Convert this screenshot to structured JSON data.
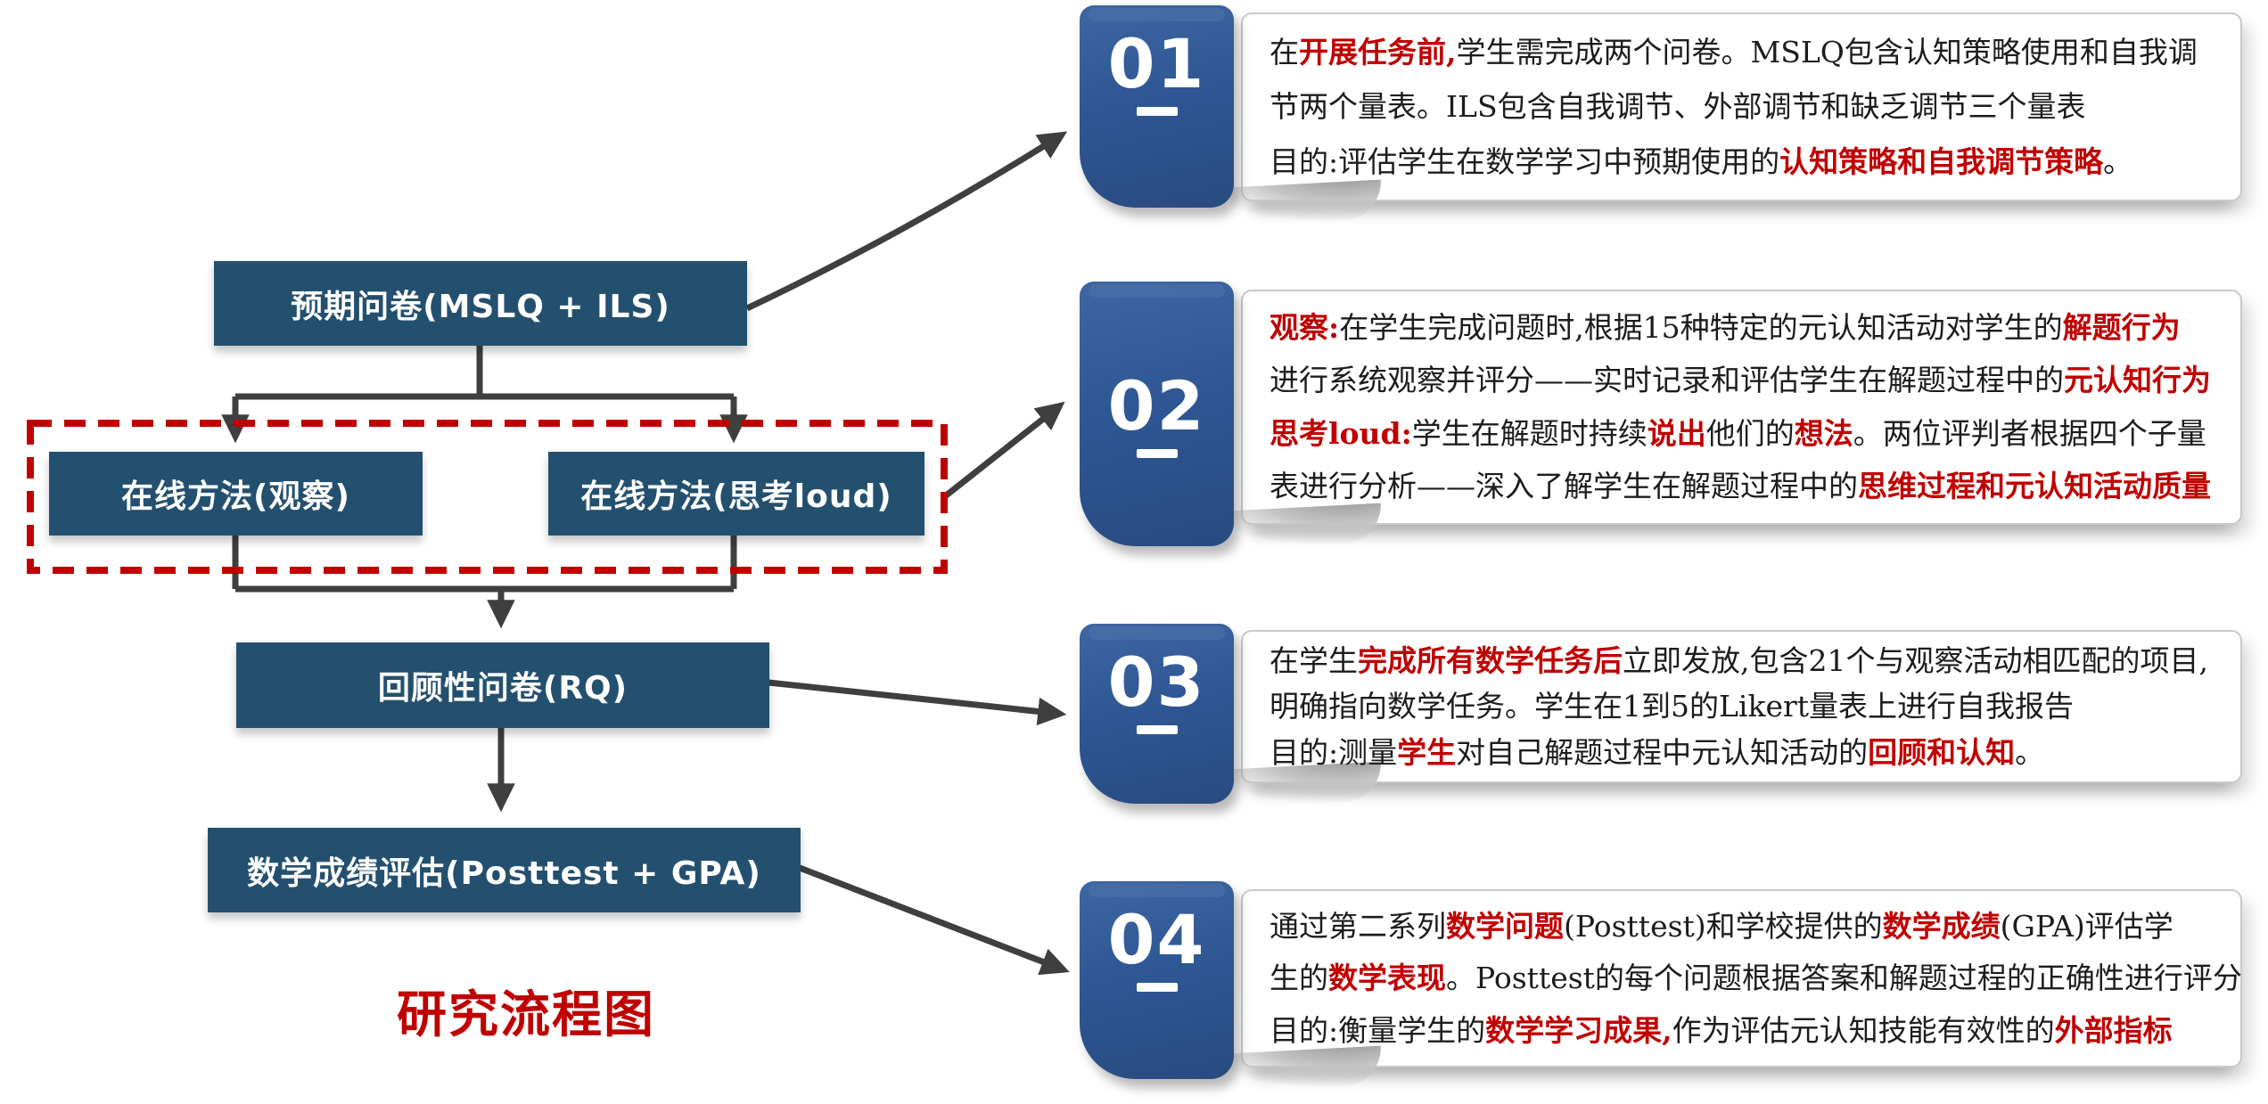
{
  "diagram_title": "研究流程图",
  "colors": {
    "flow_box_blue": "#24506F",
    "badge_blue": "#2E5794",
    "accent_red": "#C00000",
    "arrow_gray": "#3F3F3F",
    "card_border_gray": "#C9C9C9"
  },
  "flowchart": {
    "boxes": [
      {
        "label": "预期问卷(MSLQ + ILS)"
      },
      {
        "label": "在线方法(观察)"
      },
      {
        "label": "在线方法(思考loud)"
      },
      {
        "label": "回顾性问卷(RQ)"
      },
      {
        "label": "数学成绩评估(Posttest + GPA)"
      }
    ]
  },
  "cards": [
    {
      "number": "01",
      "lines": [
        [
          {
            "t": "在"
          },
          {
            "t": "开展任务前,",
            "red": true
          },
          {
            "t": "学生需完成两个问卷。MSLQ包含认知策略使用和自我调"
          }
        ],
        [
          {
            "t": "节两个量表。ILS包含自我调节、外部调节和缺乏调节三个量表"
          }
        ],
        [
          {
            "t": "目的:评估学生在数学学习中预期使用的"
          },
          {
            "t": "认知策略和自我调节策略",
            "red": true
          },
          {
            "t": "。"
          }
        ]
      ]
    },
    {
      "number": "02",
      "lines": [
        [
          {
            "t": "观察:",
            "red": true
          },
          {
            "t": "在学生完成问题时,根据15种特定的元认知活动对学生的"
          },
          {
            "t": "解题行为",
            "red": true
          }
        ],
        [
          {
            "t": "进行系统观察并评分——实时记录和评估学生在解题过程中的"
          },
          {
            "t": "元认知行为",
            "red": true
          }
        ],
        [
          {
            "t": "思考loud:",
            "red": true
          },
          {
            "t": "学生在解题时持续"
          },
          {
            "t": "说出",
            "red": true
          },
          {
            "t": "他们的"
          },
          {
            "t": "想法",
            "red": true
          },
          {
            "t": "。两位评判者根据四个子量"
          }
        ],
        [
          {
            "t": "表进行分析——深入了解学生在解题过程中的"
          },
          {
            "t": "思维过程和元认知活动质量",
            "red": true
          }
        ]
      ]
    },
    {
      "number": "03",
      "lines": [
        [
          {
            "t": "在学生"
          },
          {
            "t": "完成所有数学任务后",
            "red": true
          },
          {
            "t": "立即发放,包含21个与观察活动相匹配的项目,"
          }
        ],
        [
          {
            "t": "明确指向数学任务。学生在1到5的Likert量表上进行自我报告"
          }
        ],
        [
          {
            "t": "目的:测量"
          },
          {
            "t": "学生",
            "red": true
          },
          {
            "t": "对自己解题过程中元认知活动的"
          },
          {
            "t": "回顾和认知",
            "red": true
          },
          {
            "t": "。"
          }
        ]
      ]
    },
    {
      "number": "04",
      "lines": [
        [
          {
            "t": "通过第二系列"
          },
          {
            "t": "数学问题",
            "red": true
          },
          {
            "t": "(Posttest)和学校提供的"
          },
          {
            "t": "数学成绩",
            "red": true
          },
          {
            "t": "(GPA)评估学"
          }
        ],
        [
          {
            "t": "生的"
          },
          {
            "t": "数学表现",
            "red": true
          },
          {
            "t": "。Posttest的每个问题根据答案和解题过程的正确性进行评分"
          }
        ],
        [
          {
            "t": "目的:衡量学生的"
          },
          {
            "t": "数学学习成果,",
            "red": true
          },
          {
            "t": "作为评估元认知技能有效性的"
          },
          {
            "t": "外部指标",
            "red": true
          }
        ]
      ]
    }
  ]
}
